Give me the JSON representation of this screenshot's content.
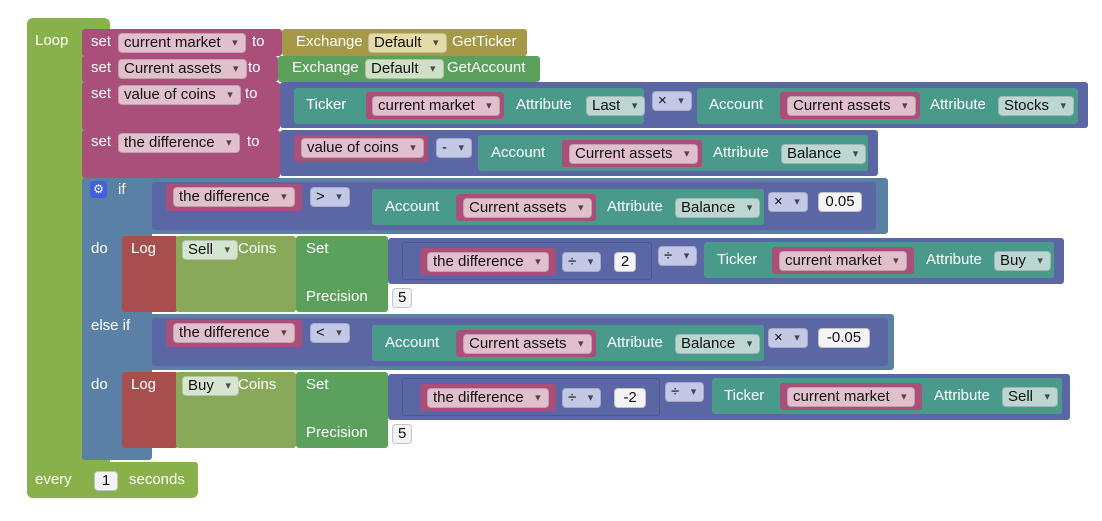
{
  "loop": {
    "label": "Loop",
    "every_label": "every",
    "interval": "1",
    "seconds_label": "seconds"
  },
  "set_kw": "set",
  "to_kw": "to",
  "row1": {
    "var": "current market",
    "exchange": "Exchange",
    "exchange_opt": "Default",
    "method": "GetTicker"
  },
  "row2": {
    "var": "Current assets",
    "exchange": "Exchange",
    "exchange_opt": "Default",
    "method": "GetAccount"
  },
  "row3": {
    "var": "value of coins",
    "ticker": "Ticker",
    "ticker_var": "current market",
    "attr": "Attribute",
    "attr_opt": "Last",
    "op": "×",
    "account": "Account",
    "account_var": "Current assets",
    "attr2": "Attribute",
    "attr2_opt": "Stocks"
  },
  "row4": {
    "var": "the difference",
    "left_var": "value of coins",
    "op": "-",
    "account": "Account",
    "account_var": "Current assets",
    "attr": "Attribute",
    "attr_opt": "Balance"
  },
  "if_block": {
    "if_kw": "if",
    "do_kw": "do",
    "elseif_kw": "else if"
  },
  "cond1": {
    "var": "the difference",
    "op": ">",
    "account": "Account",
    "account_var": "Current assets",
    "attr": "Attribute",
    "attr_opt": "Balance",
    "mul": "×",
    "num": "0.05"
  },
  "do1": {
    "log": "Log",
    "action": "Sell",
    "coins": "Coins",
    "set": "Set",
    "precision": "Precision",
    "precision_val": "5",
    "diff_var": "the difference",
    "div_op": "÷",
    "div_num": "2",
    "div2": "÷",
    "ticker": "Ticker",
    "ticker_var": "current market",
    "attr": "Attribute",
    "attr_opt": "Buy"
  },
  "cond2": {
    "var": "the difference",
    "op": "<",
    "account": "Account",
    "account_var": "Current assets",
    "attr": "Attribute",
    "attr_opt": "Balance",
    "mul": "×",
    "num": "-0.05"
  },
  "do2": {
    "log": "Log",
    "action": "Buy",
    "coins": "Coins",
    "set": "Set",
    "precision": "Precision",
    "precision_val": "5",
    "diff_var": "the difference",
    "div_op": "÷",
    "div_num": "-2",
    "div2": "÷",
    "ticker": "Ticker",
    "ticker_var": "current market",
    "attr": "Attribute",
    "attr_opt": "Sell"
  },
  "colors": {
    "loop": "#88b04b",
    "set": "#a94f79",
    "exchange_olive": "#a59847",
    "exchange_green": "#5ba05b",
    "math": "#5b67a5",
    "api": "#4a9a8c",
    "logic": "#5b80a5",
    "log": "#a94e4e",
    "log_green": "#88a85a"
  }
}
